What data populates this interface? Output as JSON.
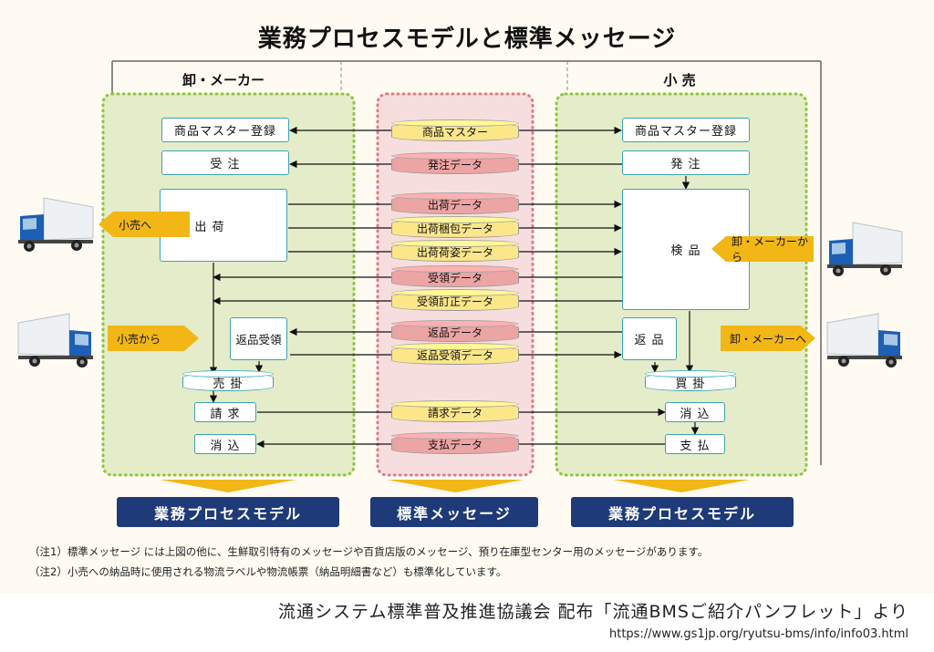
{
  "title": "業務プロセスモデルと標準メッセージ",
  "columns": {
    "left": "卸・メーカー",
    "right": "小 売"
  },
  "left_boxes": {
    "master": "商品マスター登録",
    "order": "受 注",
    "ship": "出 荷",
    "return": "返品受領",
    "sales": "売 掛",
    "bill": "請 求",
    "clear": "消 込"
  },
  "right_boxes": {
    "master": "商品マスター登録",
    "order": "発 注",
    "inspect": "検 品",
    "return": "返 品",
    "purchase": "買 掛",
    "clear": "消 込",
    "pay": "支 払"
  },
  "messages": [
    {
      "label": "商品マスター",
      "color": "yellow"
    },
    {
      "label": "発注データ",
      "color": "pink"
    },
    {
      "label": "出荷データ",
      "color": "pink"
    },
    {
      "label": "出荷梱包データ",
      "color": "yellow"
    },
    {
      "label": "出荷荷姿データ",
      "color": "yellow"
    },
    {
      "label": "受領データ",
      "color": "pink"
    },
    {
      "label": "受領訂正データ",
      "color": "yellow"
    },
    {
      "label": "返品データ",
      "color": "pink"
    },
    {
      "label": "返品受領データ",
      "color": "yellow"
    },
    {
      "label": "請求データ",
      "color": "yellow"
    },
    {
      "label": "支払データ",
      "color": "pink"
    }
  ],
  "flow_arrows": {
    "to_retail": "小売へ",
    "from_retail": "小売から",
    "from_wholesale": "卸・メーカーから",
    "to_wholesale": "卸・メーカーへ"
  },
  "banners": {
    "left": "業務プロセスモデル",
    "center": "標準メッセージ",
    "right": "業務プロセスモデル"
  },
  "notes": [
    "（注1）標準メッセージ には上図の他に、生鮮取引特有のメッセージや百貨店版のメッセージ、預り在庫型センター用のメッセージがあります。",
    "（注2）小売への納品時に使用される物流ラベルや物流帳票（納品明細書など）も標準化しています。"
  ],
  "credit": "流通システム標準普及推進協議会 配布「流通BMSご紹介パンフレット」より",
  "url": "https://www.gs1jp.org/ryutsu-bms/info/info03.html",
  "icons": [
    "truck-icon"
  ],
  "colors": {
    "group_fill": "#e5ecc9",
    "group_border": "#8cc63f",
    "center_fill": "#f7dede",
    "center_border": "#e07b86",
    "box_border": "#3ca3b3",
    "banner": "#1f3a78",
    "arrow_yellow": "#f2b716",
    "cyl_yellow": "#fbe68a",
    "cyl_pink": "#eca4a4"
  }
}
